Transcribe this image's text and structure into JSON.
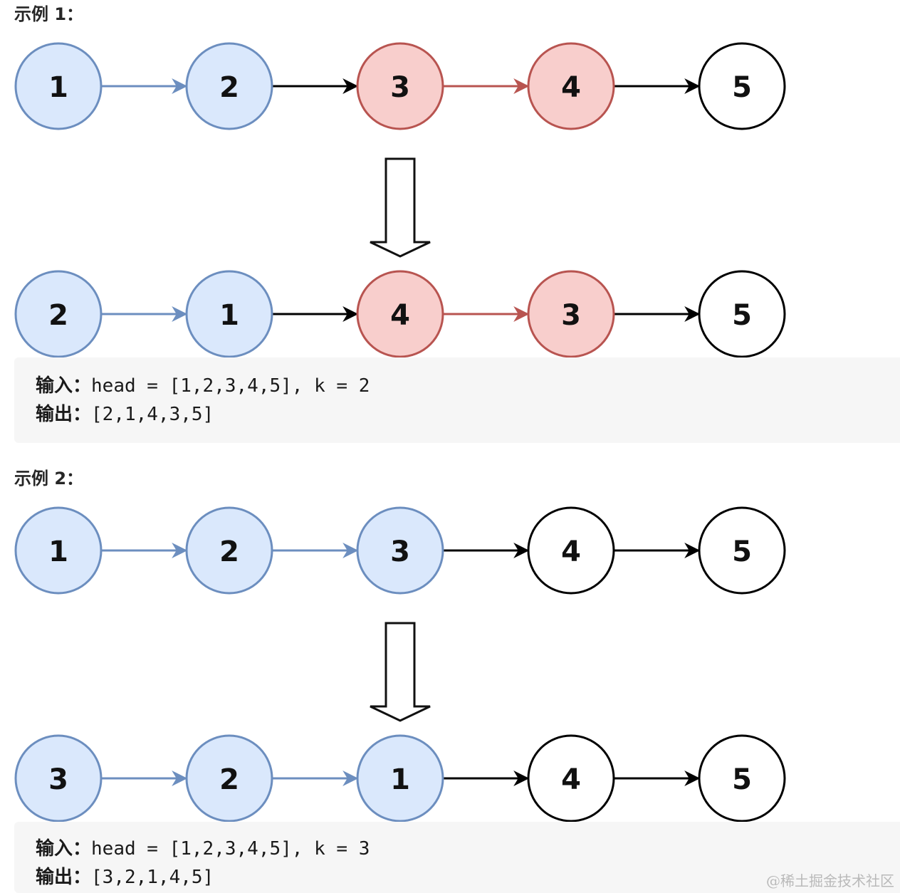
{
  "colors": {
    "blue_fill": "#dae8fc",
    "blue_stroke": "#6c8ebf",
    "red_fill": "#f8cecc",
    "red_stroke": "#b85450",
    "white_fill": "#ffffff",
    "black_stroke": "#000000",
    "code_bg": "#f6f6f6"
  },
  "examples": [
    {
      "title": "示例 1：",
      "before": {
        "nodes": [
          {
            "label": "1",
            "color": "blue"
          },
          {
            "label": "2",
            "color": "blue"
          },
          {
            "label": "3",
            "color": "red"
          },
          {
            "label": "4",
            "color": "red"
          },
          {
            "label": "5",
            "color": "white"
          }
        ],
        "edges": [
          "blue",
          "black",
          "red",
          "black"
        ]
      },
      "after": {
        "nodes": [
          {
            "label": "2",
            "color": "blue"
          },
          {
            "label": "1",
            "color": "blue"
          },
          {
            "label": "4",
            "color": "red"
          },
          {
            "label": "3",
            "color": "red"
          },
          {
            "label": "5",
            "color": "white"
          }
        ],
        "edges": [
          "blue",
          "black",
          "red",
          "black"
        ]
      },
      "input_label": "输入：",
      "input_value": "head = [1,2,3,4,5], k = 2",
      "output_label": "输出：",
      "output_value": "[2,1,4,3,5]"
    },
    {
      "title": "示例 2：",
      "before": {
        "nodes": [
          {
            "label": "1",
            "color": "blue"
          },
          {
            "label": "2",
            "color": "blue"
          },
          {
            "label": "3",
            "color": "blue"
          },
          {
            "label": "4",
            "color": "white"
          },
          {
            "label": "5",
            "color": "white"
          }
        ],
        "edges": [
          "blue",
          "blue",
          "black",
          "black"
        ]
      },
      "after": {
        "nodes": [
          {
            "label": "3",
            "color": "blue"
          },
          {
            "label": "2",
            "color": "blue"
          },
          {
            "label": "1",
            "color": "blue"
          },
          {
            "label": "4",
            "color": "white"
          },
          {
            "label": "5",
            "color": "white"
          }
        ],
        "edges": [
          "blue",
          "blue",
          "black",
          "black"
        ]
      },
      "input_label": "输入：",
      "input_value": "head = [1,2,3,4,5], k = 3",
      "output_label": "输出：",
      "output_value": "[3,2,1,4,5]"
    }
  ],
  "watermark": "@稀土掘金技术社区"
}
